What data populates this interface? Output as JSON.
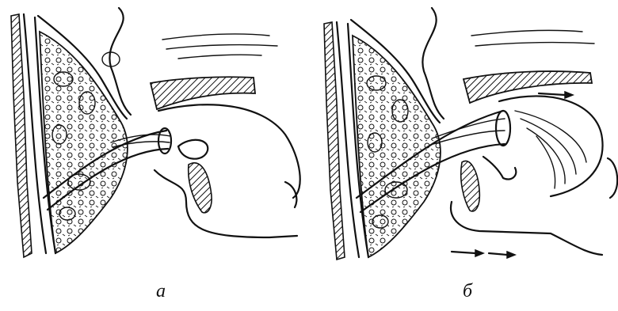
{
  "panels": [
    {
      "label": "а",
      "description_key": "panel-a"
    },
    {
      "label": "б",
      "description_key": "panel-b"
    }
  ],
  "colors": {
    "ink": "#111111",
    "background": "#ffffff"
  }
}
